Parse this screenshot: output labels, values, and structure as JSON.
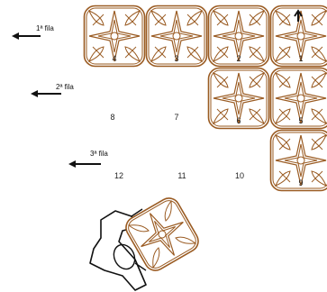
{
  "rows": [
    {
      "label": "1ª fila"
    },
    {
      "label": "2ª fila"
    },
    {
      "label": "3ª fila"
    }
  ],
  "tiles": [
    {
      "number": "4"
    },
    {
      "number": "3"
    },
    {
      "number": "2"
    },
    {
      "number": "1"
    },
    {
      "number": "6"
    },
    {
      "number": "5"
    },
    {
      "number": "9"
    }
  ],
  "empty_positions": [
    {
      "number": "8"
    },
    {
      "number": "7"
    },
    {
      "number": "12"
    },
    {
      "number": "11"
    },
    {
      "number": "10"
    }
  ],
  "colors": {
    "tile_stroke": "#9a5b22",
    "ink": "#111111"
  }
}
